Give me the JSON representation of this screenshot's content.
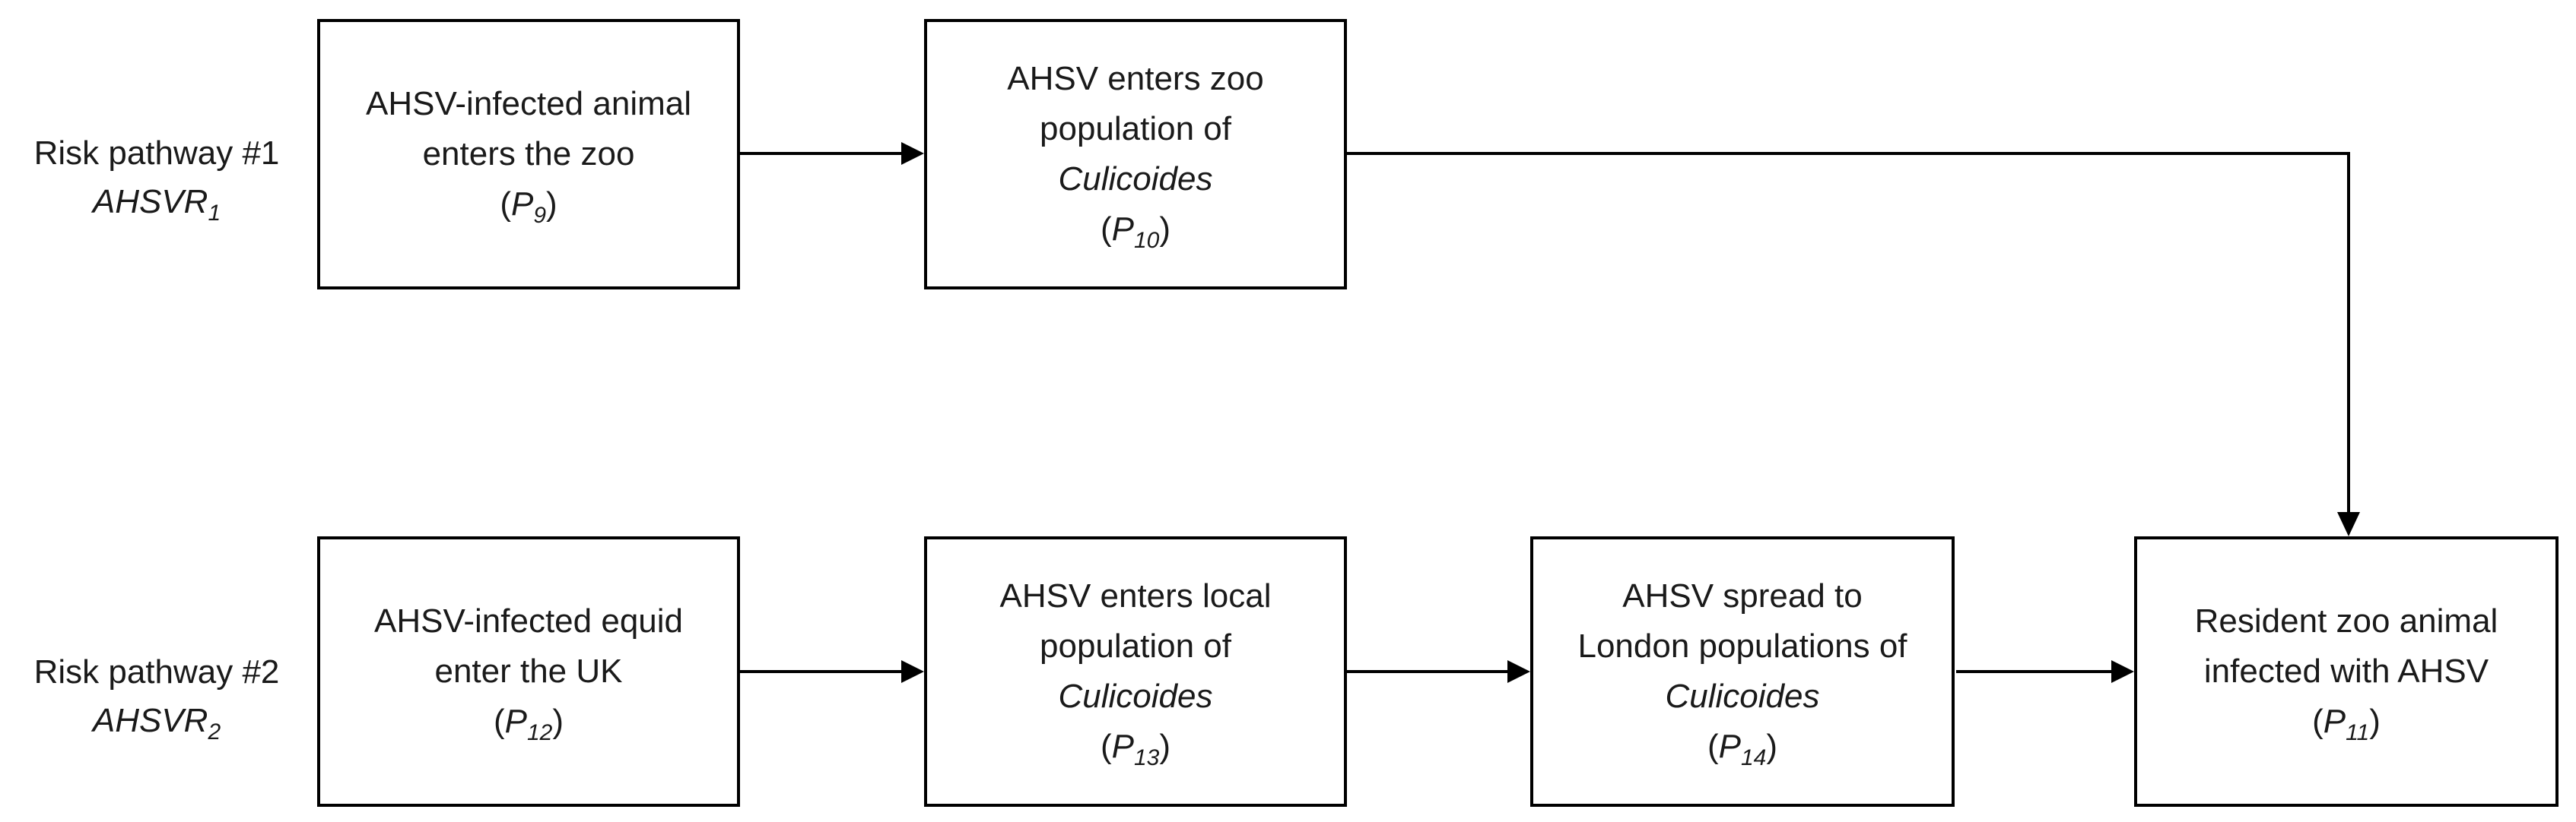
{
  "diagram": {
    "background_color": "#ffffff",
    "line_color": "#000000",
    "text_color": "#1a1a1a"
  },
  "pathways": [
    {
      "label": "Risk pathway #1",
      "acronym": "AHSVR",
      "acronym_sub": "1"
    },
    {
      "label": "Risk pathway #2",
      "acronym": "AHSVR",
      "acronym_sub": "2"
    }
  ],
  "boxes": {
    "p9": {
      "lines": [
        "AHSV-infected animal",
        "enters the zoo"
      ],
      "italic_line": "",
      "p_open": "(",
      "p_var": "P",
      "p_sub": "9",
      "p_close": ")"
    },
    "p10": {
      "lines": [
        "AHSV enters zoo",
        "population of"
      ],
      "italic_line": "Culicoides",
      "p_open": "(",
      "p_var": "P",
      "p_sub": "10",
      "p_close": ")"
    },
    "p11": {
      "lines": [
        "Resident zoo animal",
        "infected with AHSV"
      ],
      "italic_line": "",
      "p_open": "(",
      "p_var": "P",
      "p_sub": "11",
      "p_close": ")"
    },
    "p12": {
      "lines": [
        "AHSV-infected equid",
        "enter the UK"
      ],
      "italic_line": "",
      "p_open": "(",
      "p_var": "P",
      "p_sub": "12",
      "p_close": ")"
    },
    "p13": {
      "lines": [
        "AHSV enters local",
        "population of"
      ],
      "italic_line": "Culicoides",
      "p_open": "(",
      "p_var": "P",
      "p_sub": "13",
      "p_close": ")"
    },
    "p14": {
      "lines": [
        "AHSV spread to",
        "London populations of"
      ],
      "italic_line": "Culicoides",
      "p_open": "(",
      "p_var": "P",
      "p_sub": "14",
      "p_close": ")"
    }
  }
}
